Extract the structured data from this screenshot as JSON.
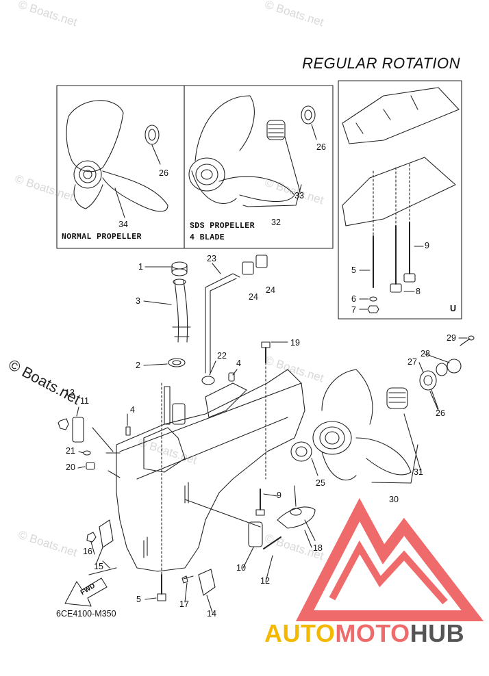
{
  "title": "REGULAR ROTATION",
  "watermarks": [
    "© Boats.net",
    "© Boats.net",
    "© Boats.net",
    "© Boats.net",
    "© Boats.net",
    "© Boats.net",
    "© Boats.net",
    "© Boats.net"
  ],
  "watermark_strong": "© Boats.net",
  "inset_left": {
    "caption": "NORMAL PROPELLER",
    "labels": [
      "26",
      "34"
    ]
  },
  "inset_middle": {
    "caption_line1": "SDS PROPELLER",
    "caption_line2": "4 BLADE",
    "labels": [
      "26",
      "33",
      "32"
    ]
  },
  "inset_right": {
    "corner_letter": "U",
    "labels": [
      "9",
      "5",
      "8",
      "6",
      "7"
    ]
  },
  "part_labels": [
    "1",
    "23",
    "24",
    "24",
    "3",
    "2",
    "22",
    "4",
    "19",
    "29",
    "28",
    "27",
    "13",
    "11",
    "4",
    "21",
    "20",
    "26",
    "31",
    "25",
    "30",
    "9",
    "18",
    "16",
    "15",
    "10",
    "12",
    "5",
    "17",
    "14"
  ],
  "fwd_arrow_text": "FWD",
  "diagram_code": "6CE4100-M350",
  "brand": {
    "part1": "AUTO",
    "part2": "MOTO",
    "part3": "HUB"
  },
  "colors": {
    "line": "#222222",
    "logo_red": "#ef6b6b",
    "logo_yellow": "#f5b800",
    "logo_gray": "#555555"
  }
}
